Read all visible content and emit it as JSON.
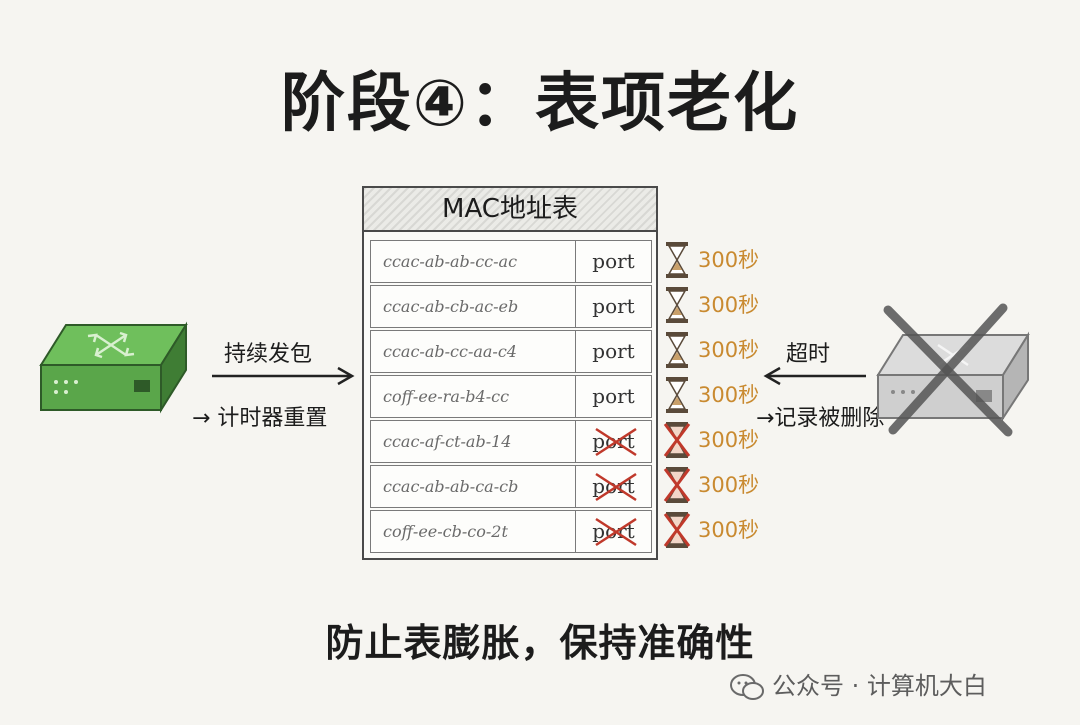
{
  "title": "阶段④：表项老化",
  "table": {
    "header": "MAC地址表",
    "rows": [
      {
        "mac": "ccac-ab-ab-cc-ac",
        "port": "port",
        "timer": "300秒",
        "deleted": false
      },
      {
        "mac": "ccac-ab-cb-ac-eb",
        "port": "port",
        "timer": "300秒",
        "deleted": false
      },
      {
        "mac": "ccac-ab-cc-aa-c4",
        "port": "port",
        "timer": "300秒",
        "deleted": false
      },
      {
        "mac": "coff-ee-ra-b4-cc",
        "port": "port",
        "timer": "300秒",
        "deleted": false
      },
      {
        "mac": "ccac-af-ct-ab-14",
        "port": "port",
        "timer": "300秒",
        "deleted": true
      },
      {
        "mac": "ccac-ab-ab-ca-cb",
        "port": "port",
        "timer": "300秒",
        "deleted": true
      },
      {
        "mac": "coff-ee-cb-co-2t",
        "port": "port",
        "timer": "300秒",
        "deleted": true
      }
    ]
  },
  "left": {
    "arrow_label": "持续发包",
    "note": "→ 计时器重置",
    "color": "#5aa64a"
  },
  "right": {
    "arrow_label": "超时",
    "note": "→记录被删除",
    "color": "#cfcfcf"
  },
  "footer": "防止表膨胀，保持准确性",
  "watermark": "公众号 · 计算机大白",
  "colors": {
    "timer_text": "#c98a30",
    "cross": "#c0392b"
  }
}
